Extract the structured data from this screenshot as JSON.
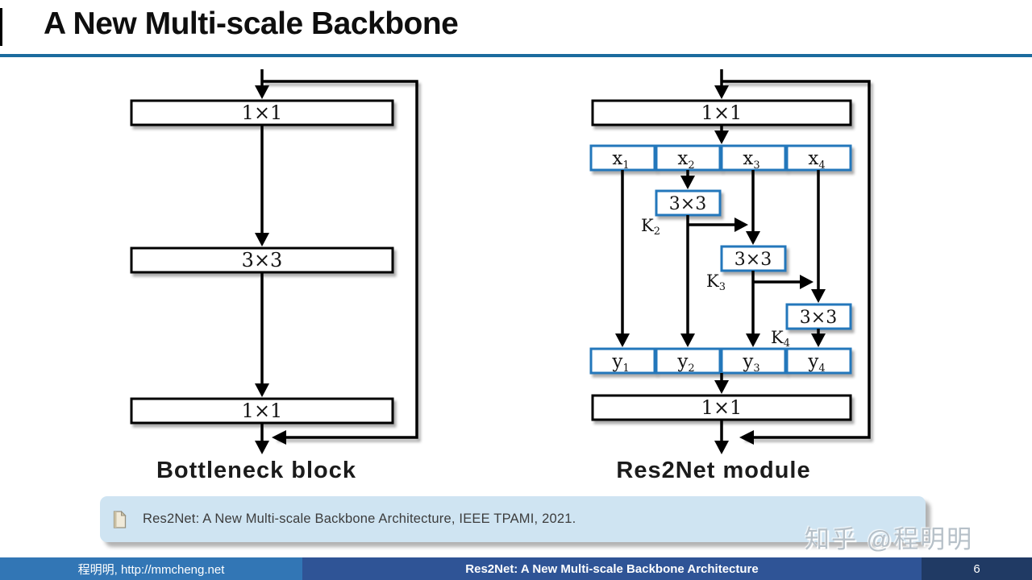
{
  "slide": {
    "title": "A New Multi-scale Backbone"
  },
  "diagrams": {
    "bottleneck": {
      "caption": "Bottleneck block",
      "boxes": [
        "1×1",
        "3×3",
        "1×1"
      ]
    },
    "res2net": {
      "caption": "Res2Net module",
      "top_box": "1×1",
      "bottom_box": "1×1",
      "splits": [
        {
          "base": "x",
          "sub": "1"
        },
        {
          "base": "x",
          "sub": "2"
        },
        {
          "base": "x",
          "sub": "3"
        },
        {
          "base": "x",
          "sub": "4"
        }
      ],
      "convs": [
        {
          "label": "3×3",
          "k_base": "K",
          "k_sub": "2"
        },
        {
          "label": "3×3",
          "k_base": "K",
          "k_sub": "3"
        },
        {
          "label": "3×3",
          "k_base": "K",
          "k_sub": "4"
        }
      ],
      "outputs": [
        {
          "base": "y",
          "sub": "1"
        },
        {
          "base": "y",
          "sub": "2"
        },
        {
          "base": "y",
          "sub": "3"
        },
        {
          "base": "y",
          "sub": "4"
        }
      ]
    }
  },
  "reference": {
    "icon": "document-icon",
    "text": "Res2Net: A New Multi-scale Backbone Architecture, IEEE TPAMI, 2021."
  },
  "watermark": "知乎 @程明明",
  "footer": {
    "left": "程明明, http://mmcheng.net",
    "center": "Res2Net: A New Multi-scale Backbone Architecture",
    "page": "6"
  },
  "colors": {
    "title_underline": "#1b6b9e",
    "diagram_blue_border": "#2377bb",
    "reference_bg": "#cfe4f2",
    "footer_left_bg": "#3276b5",
    "footer_center_bg": "#2f5496",
    "footer_page_bg": "#203a64"
  }
}
